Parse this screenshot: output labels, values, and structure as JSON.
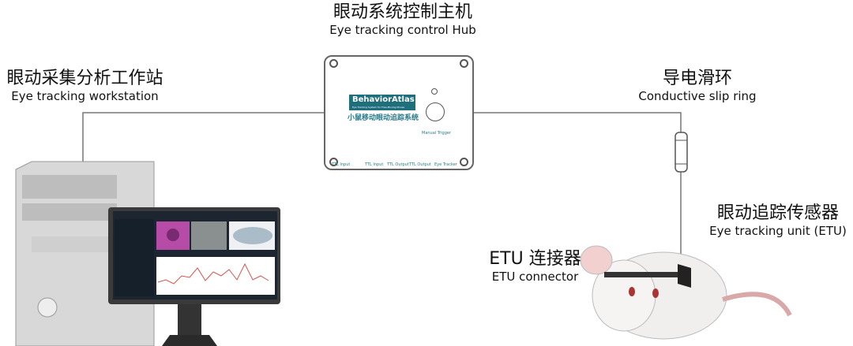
{
  "hub": {
    "title_zh": "眼动系统控制主机",
    "title_en": "Eye tracking control Hub",
    "logo": "BehaviorAtlas",
    "logo_sub": "Eye Tracking System for Free-Moving Mouse",
    "product_zh": "小鼠移动眼动追踪系统",
    "manual_trigger": "Manual Trigger",
    "ports": [
      "TTL Input",
      "TTL Input",
      "TTL Output",
      "TTL Output",
      "Eye Tracker"
    ]
  },
  "workstation": {
    "title_zh": "眼动采集分析工作站",
    "title_en": "Eye tracking workstation"
  },
  "slip_ring": {
    "title_zh": "导电滑环",
    "title_en": "Conductive slip ring"
  },
  "etu": {
    "title_zh": "眼动追踪传感器",
    "title_en": "Eye tracking unit (ETU)"
  },
  "connector": {
    "title_zh": "ETU 连接器",
    "title_en": "ETU connector"
  }
}
